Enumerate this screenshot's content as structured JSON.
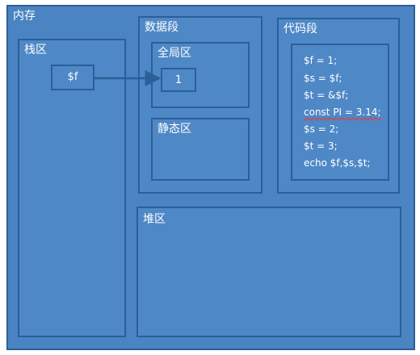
{
  "memory": {
    "label": "内存"
  },
  "stack": {
    "label": "栈区",
    "variable": "$f"
  },
  "data_segment": {
    "label": "数据段",
    "global_area": {
      "label": "全局区",
      "value": "1"
    },
    "static_area": {
      "label": "静态区"
    }
  },
  "code_segment": {
    "label": "代码段",
    "lines": [
      "$f = 1;",
      "$s = $f;",
      "$t = &$f;",
      "const PI = 3.14;",
      "$s = 2;",
      "$t = 3;",
      "echo $f,$s,$t;"
    ]
  },
  "heap": {
    "label": "堆区"
  },
  "colors": {
    "box_fill": "#4f88c6",
    "box_border": "#2b5f98",
    "arrow": "#2b5f98"
  }
}
